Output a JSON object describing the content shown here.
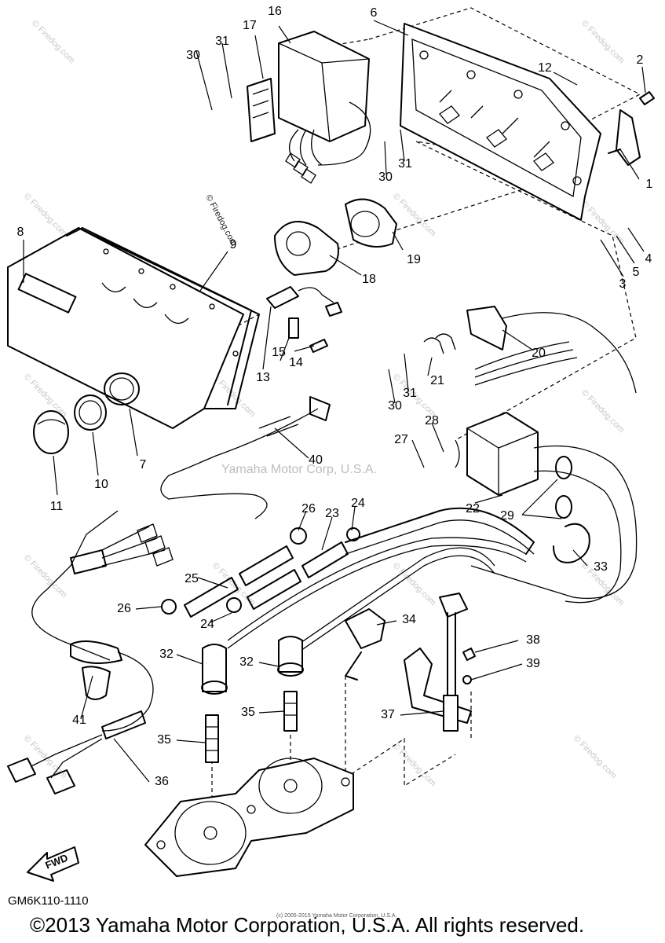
{
  "diagram": {
    "diagram_code": "GM6K110-1110",
    "copyright": "©2013 Yamaha Motor Corporation, U.S.A. All rights reserved.",
    "small_copyright": "(c) 2005-2015 Yamaha Motor Corporation, U.S.A.",
    "center_watermark": "Yamaha Motor Corp, U.S.A.",
    "vertical_watermark": "© Firedog.com",
    "edge_watermark": "© Firedog.com",
    "fwd_label": "FWD",
    "callouts": [
      {
        "id": "c1",
        "label": "1"
      },
      {
        "id": "c2",
        "label": "2"
      },
      {
        "id": "c3",
        "label": "3"
      },
      {
        "id": "c4",
        "label": "4"
      },
      {
        "id": "c5",
        "label": "5"
      },
      {
        "id": "c6",
        "label": "6"
      },
      {
        "id": "c7",
        "label": "7"
      },
      {
        "id": "c8",
        "label": "8"
      },
      {
        "id": "c9",
        "label": "9"
      },
      {
        "id": "c10",
        "label": "10"
      },
      {
        "id": "c11",
        "label": "11"
      },
      {
        "id": "c12",
        "label": "12"
      },
      {
        "id": "c13",
        "label": "13"
      },
      {
        "id": "c14",
        "label": "14"
      },
      {
        "id": "c15",
        "label": "15"
      },
      {
        "id": "c16",
        "label": "16"
      },
      {
        "id": "c17",
        "label": "17"
      },
      {
        "id": "c18",
        "label": "18"
      },
      {
        "id": "c19",
        "label": "19"
      },
      {
        "id": "c20",
        "label": "20"
      },
      {
        "id": "c21",
        "label": "21"
      },
      {
        "id": "c22",
        "label": "22"
      },
      {
        "id": "c23",
        "label": "23"
      },
      {
        "id": "c24a",
        "label": "24"
      },
      {
        "id": "c24b",
        "label": "24"
      },
      {
        "id": "c25",
        "label": "25"
      },
      {
        "id": "c26a",
        "label": "26"
      },
      {
        "id": "c26b",
        "label": "26"
      },
      {
        "id": "c27",
        "label": "27"
      },
      {
        "id": "c28",
        "label": "28"
      },
      {
        "id": "c29",
        "label": "29"
      },
      {
        "id": "c30a",
        "label": "30"
      },
      {
        "id": "c30b",
        "label": "30"
      },
      {
        "id": "c30c",
        "label": "30"
      },
      {
        "id": "c31a",
        "label": "31"
      },
      {
        "id": "c31b",
        "label": "31"
      },
      {
        "id": "c31c",
        "label": "31"
      },
      {
        "id": "c32a",
        "label": "32"
      },
      {
        "id": "c32b",
        "label": "32"
      },
      {
        "id": "c33",
        "label": "33"
      },
      {
        "id": "c34",
        "label": "34"
      },
      {
        "id": "c35a",
        "label": "35"
      },
      {
        "id": "c35b",
        "label": "35"
      },
      {
        "id": "c36",
        "label": "36"
      },
      {
        "id": "c37",
        "label": "37"
      },
      {
        "id": "c38",
        "label": "38"
      },
      {
        "id": "c39",
        "label": "39"
      },
      {
        "id": "c40",
        "label": "40"
      },
      {
        "id": "c41",
        "label": "41"
      }
    ]
  }
}
